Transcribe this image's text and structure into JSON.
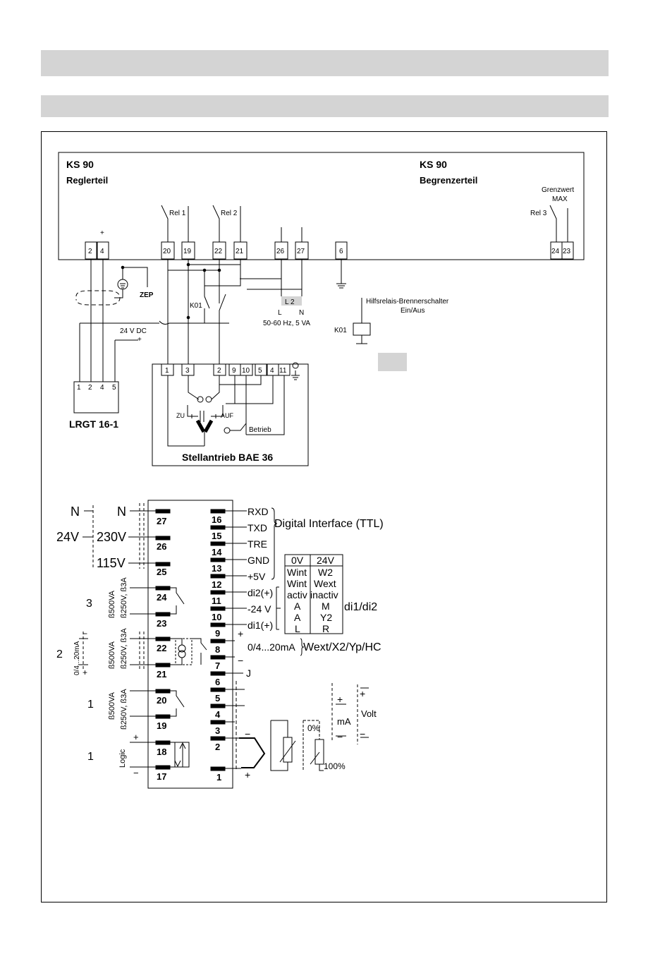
{
  "top": {
    "left_title": "KS 90",
    "left_subtitle": "Reglerteil",
    "right_title": "KS 90",
    "right_subtitle": "Begrenzerteil",
    "limit_label_1": "Grenzwert",
    "limit_label_2": "MAX",
    "rel1": "Rel 1",
    "rel2": "Rel 2",
    "rel3": "Rel 3",
    "terminals": [
      "2",
      "4",
      "20",
      "19",
      "22",
      "21",
      "26",
      "27",
      "6",
      "24",
      "23"
    ],
    "plus": "+",
    "zep": "ZEP",
    "k01_a": "K01",
    "k01_b": "K01",
    "l2": "L 2",
    "l": "L",
    "n": "N",
    "supply": "50-60 Hz, 5 VA",
    "aux_relay_1": "Hilfsrelais-Brennerschalter",
    "aux_relay_2": "Ein/Aus",
    "dc": "24 V DC",
    "dc_plus": "+",
    "lrgt_terminals": [
      "1",
      "2",
      "4",
      "5"
    ],
    "lrgt": "LRGT 16-1",
    "bae_terminals": [
      "1",
      "3",
      "2",
      "9",
      "10",
      "5",
      "4",
      "11"
    ],
    "zu": "ZU",
    "auf": "AUF",
    "betrieb": "Betrieb",
    "actuator": "Stellantrieb BAE 36"
  },
  "bottom": {
    "left_terms": [
      "27",
      "26",
      "25",
      "24",
      "23",
      "22",
      "21",
      "20",
      "19",
      "18",
      "17"
    ],
    "right_terms": [
      "16",
      "15",
      "14",
      "13",
      "12",
      "11",
      "10",
      "9",
      "8",
      "7",
      "6",
      "5",
      "4",
      "3",
      "2",
      "1"
    ],
    "n1": "N",
    "n2": "N",
    "v24": "24V",
    "v230": "230V",
    "v115": "115V",
    "digital_interface": "Digital Interface (TTL)",
    "sig": [
      "RXD",
      "TXD",
      "TRE",
      "GND",
      "+5V",
      "di2(+)",
      "-24 V",
      "di1(+)"
    ],
    "num3": "3",
    "num2": "2",
    "num1a": "1",
    "num1b": "1",
    "rating_500": "ß500VA",
    "rating_250": "ß250V, ß3A",
    "ma_left": "0/4...20mA",
    "logic": "Logic",
    "plus": "+",
    "minus": "−",
    "ma_in": "0/4...20mA",
    "wext": "Wext/X2/Yp/HC",
    "j": "J",
    "di_table": [
      [
        "0V",
        "24V"
      ],
      [
        "Wint",
        "W2"
      ],
      [
        "Wint",
        "Wext"
      ],
      [
        "activ",
        "inactiv"
      ],
      [
        "A",
        "M"
      ],
      [
        "A",
        "Y2"
      ],
      [
        "L",
        "R"
      ]
    ],
    "di12": "di1/di2",
    "pct0": "0%",
    "pct100": "100%",
    "ma": "mA",
    "volt": "Volt"
  }
}
